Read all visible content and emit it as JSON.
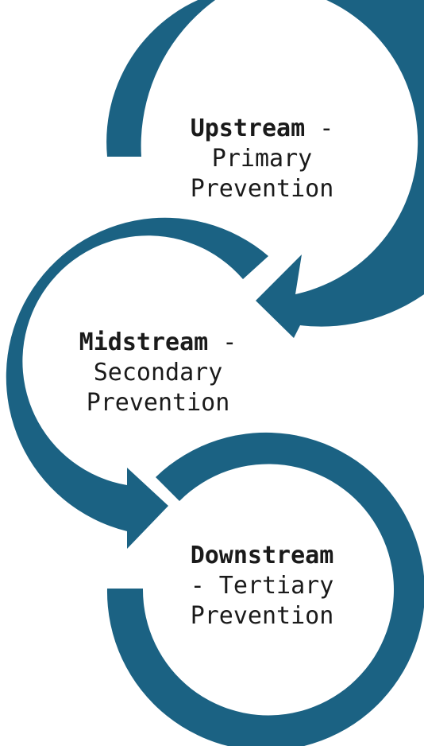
{
  "colors": {
    "ring": "#1b6283",
    "text": "#1a1a1a",
    "background": "#ffffff"
  },
  "stages": [
    {
      "name": "Upstream",
      "dash": " -",
      "line2": "Primary",
      "line3": "Prevention"
    },
    {
      "name": "Midstream",
      "dash": " -",
      "line2": "Secondary",
      "line3": "Prevention"
    },
    {
      "name": "Downstream",
      "dash": "",
      "line2": "- Tertiary",
      "line3": "Prevention"
    }
  ]
}
